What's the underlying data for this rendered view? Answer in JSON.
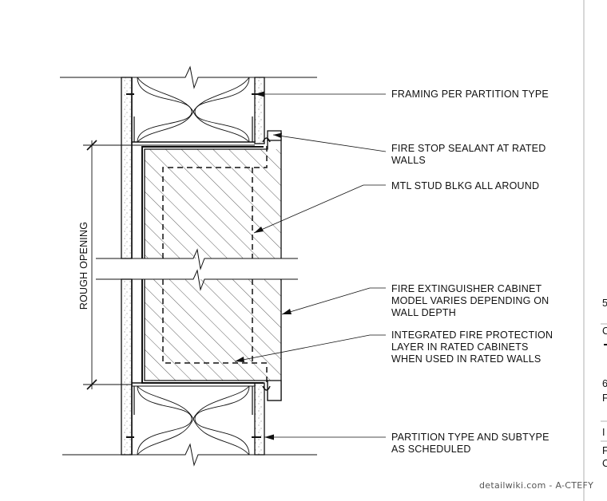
{
  "notes": {
    "framing": [
      "FRAMING PER PARTITION TYPE"
    ],
    "firestop": [
      "FIRE STOP SEALANT AT RATED",
      "WALLS"
    ],
    "blocking": [
      "MTL STUD BLKG ALL AROUND"
    ],
    "cabinet": [
      "FIRE EXTINGUISHER CABINET",
      "MODEL VARIES DEPENDING ON",
      "WALL DEPTH"
    ],
    "protection": [
      "INTEGRATED FIRE PROTECTION",
      "LAYER IN RATED CABINETS",
      "WHEN USED IN RATED WALLS"
    ],
    "partition": [
      "PARTITION TYPE AND SUBTYPE",
      "AS SCHEDULED"
    ]
  },
  "dimension": {
    "label": "ROUGH OPENING"
  },
  "side_panel": {
    "fragments": [
      "5",
      "C",
      "6",
      "F",
      "I",
      "F",
      "C"
    ]
  },
  "watermark": "detailwiki.com - A-CTEFY",
  "colors": {
    "line": "#111111",
    "hatch": "#333333",
    "frame": "#b0b0b0"
  }
}
